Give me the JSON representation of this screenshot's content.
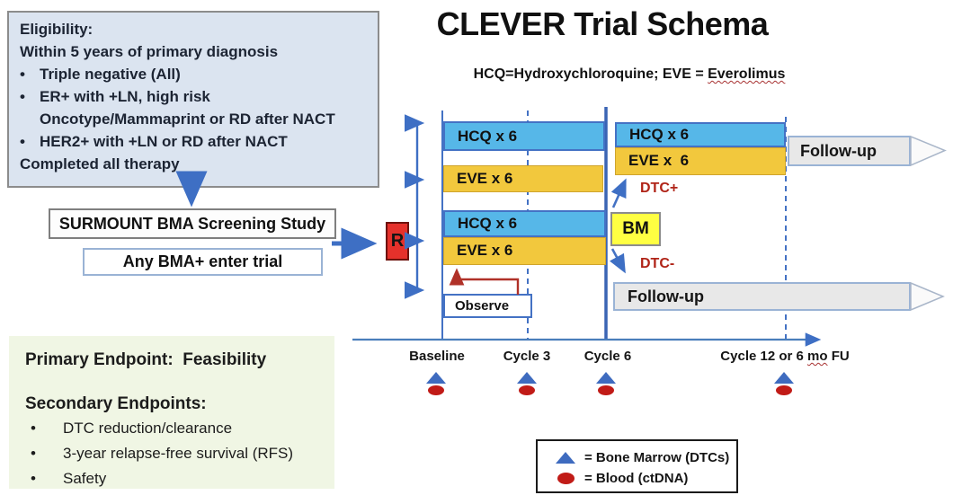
{
  "title": "CLEVER Trial Schema",
  "subtitle": {
    "prefix": "HCQ=Hydroxychloroquine; EVE = ",
    "underlined": "Everolimus"
  },
  "bullet": "•",
  "eligibility": {
    "heading": "Eligibility:",
    "intro": "Within 5 years of primary diagnosis",
    "bullets": [
      {
        "text": "Triple negative (All)",
        "cont": ""
      },
      {
        "text": "ER+ with +LN, high risk",
        "cont": "Oncotype/Mammaprint or RD after NACT"
      },
      {
        "text": "HER2+ with +LN or RD after NACT",
        "cont": ""
      }
    ],
    "footer": "Completed all therapy"
  },
  "screening": {
    "surmount_label": "SURMOUNT BMA Screening Study",
    "bma_label": "Any BMA+ enter trial",
    "randomization_label": "R"
  },
  "arms": {
    "arm1_hcq": "HCQ x 6",
    "arm2_eve": "EVE x 6",
    "arm3_hcq": "HCQ x 6",
    "arm3_eve": "EVE x 6",
    "arm4_observe": "Observe",
    "cont_hcq": "HCQ x 6",
    "cont_eve": "EVE x  6"
  },
  "decision": {
    "bm_label": "BM",
    "dtc_positive": "DTC+",
    "dtc_negative": "DTC-",
    "followup_top": "Follow-up",
    "followup_bottom": "Follow-up"
  },
  "timeline": {
    "ticks": [
      {
        "label": "Baseline"
      },
      {
        "label": "Cycle 3"
      },
      {
        "label": "Cycle 6"
      },
      {
        "pre": "Cycle 12 or 6 ",
        "wavy": "mo",
        "post": " FU"
      }
    ]
  },
  "legend": {
    "items": [
      {
        "icon": "blue-triangle",
        "label": "= Bone Marrow (DTCs)"
      },
      {
        "icon": "red-oval",
        "label": "= Blood (ctDNA)"
      }
    ]
  },
  "endpoints": {
    "primary": "Primary Endpoint:  Feasibility",
    "secondary_heading": "Secondary Endpoints:",
    "items": [
      "DTC reduction/clearance",
      "3-year relapse-free survival (RFS)",
      "Safety"
    ]
  },
  "colors": {
    "accent_blue": "#4472c4",
    "bar_blue": "#56b7e8",
    "bar_yellow": "#f2c83d",
    "bm_yellow": "#ffff42",
    "randomization_red": "#e5312b",
    "dtc_red": "#b02418",
    "marker_triangle_blue": "#3e6bbf",
    "marker_dot_red": "#c11b17",
    "followup_gray": "#e8e8e8",
    "eligibility_bg": "#dbe4f0",
    "endpoints_bg": "#f0f6e4"
  }
}
